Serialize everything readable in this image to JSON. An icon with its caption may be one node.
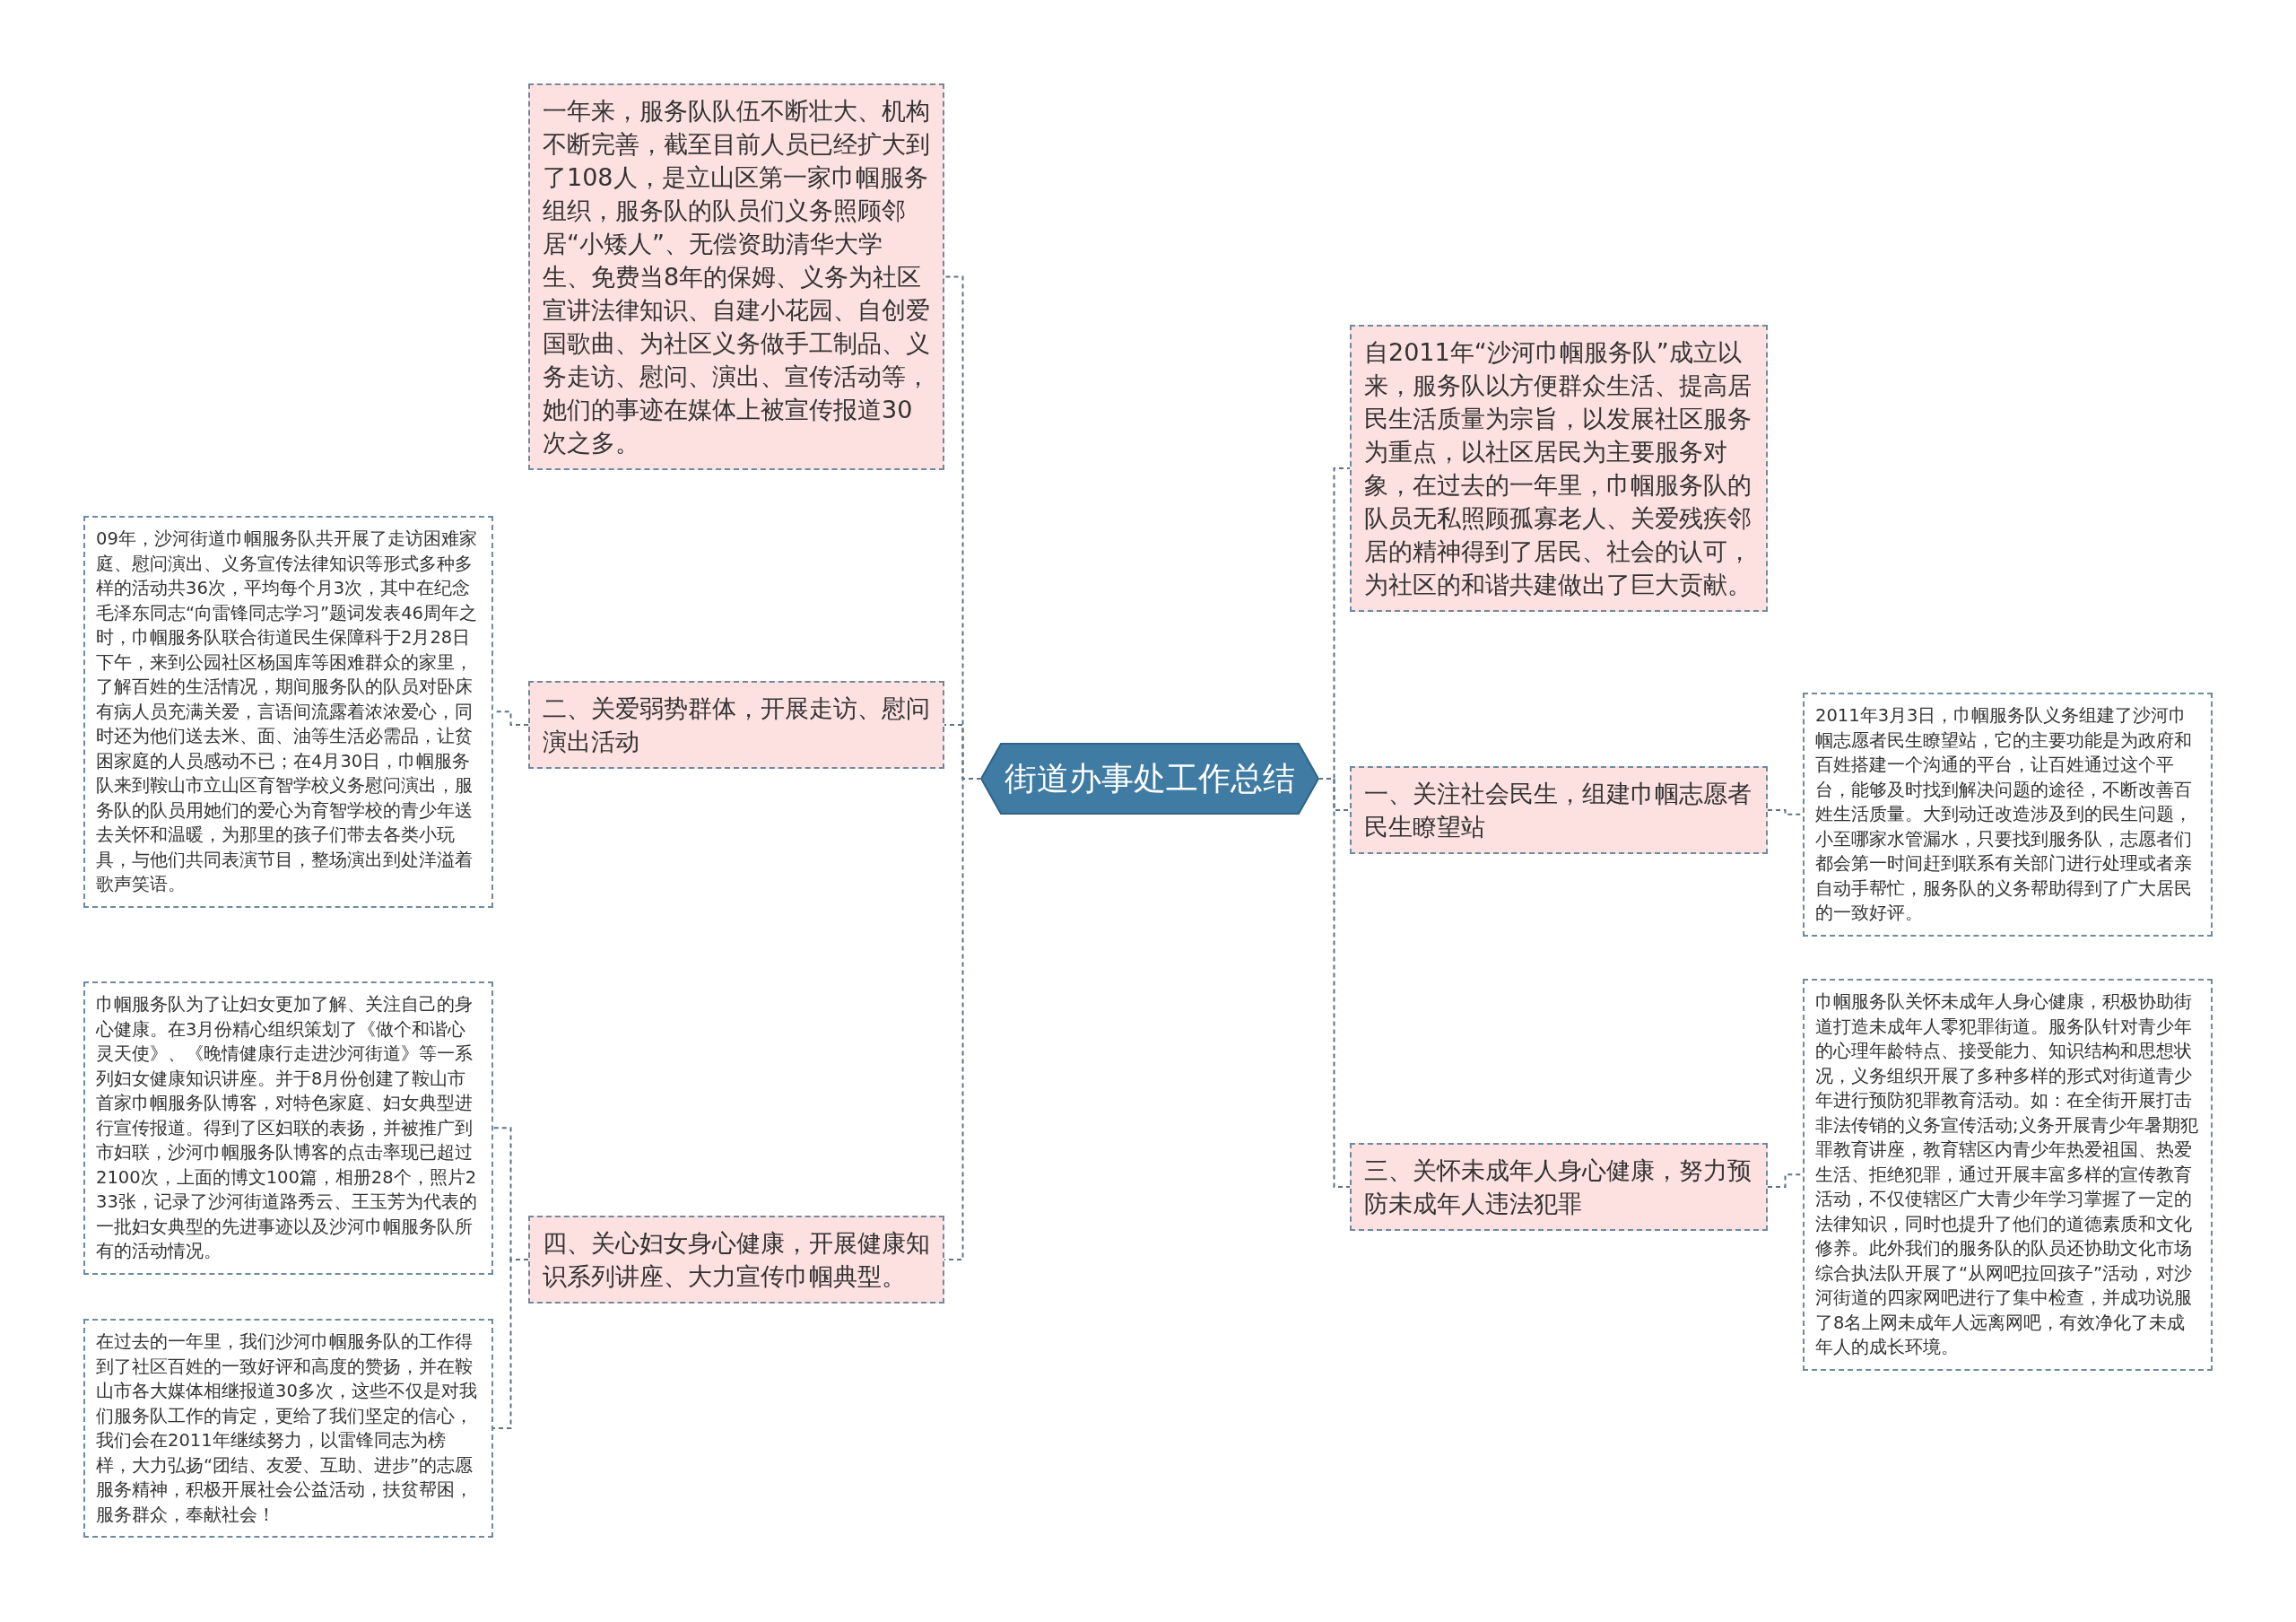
{
  "diagram": {
    "nodes": [
      {
        "text": [
          "街道办事处工作总结"
        ]
      },
      {
        "text": [
          "一年来，服务队队伍不断壮大、机构不断完善，截至目前人员已经扩大到了108人，是立山区第一家巾帼服务组织，服务队的队员们义务照顾邻居“小矮人”、无偿资助清华大学生、免费当8年的保姆、义务为社区宣讲法律知识、自建小花园、自创爱国歌曲、为社区义务做手工制品、义务走访、慰问、演出、宣传活动等，她们的事迹在媒体上被宣传报道30次之多。"
        ]
      },
      {
        "text": [
          "二、关爱弱势群体，开展走访、慰问演出活动"
        ]
      },
      {
        "text": [
          "09年，沙河街道巾帼服务队共开展了走访困难家庭、慰问演出、义务宣传法律知识等形式多种多样的活动共36次，平均每个月3次，其中在纪念毛泽东同志“向雷锋同志学习”题词发表46周年之时，巾帼服务队联合街道民生保障科于2月28日下午，来到公园社区杨国库等困难群众的家里，了解百姓的生活情况，期间服务队的队员对卧床有病人员充满关爱，言语间流露着浓浓爱心，同时还为他们送去米、面、油等生活必需品，让贫困家庭的人员感动不已；在4月30日，巾帼服务队来到鞍山市立山区育智学校义务慰问演出，服务队的队员用她们的爱心为育智学校的青少年送去关怀和温暖，为那里的孩子们带去各类小玩具，与他们共同表演节目，整场演出到处洋溢着歌声笑语。"
        ]
      },
      {
        "text": [
          "四、关心妇女身心健康，开展健康知识系列讲座、大力宣传巾帼典型。"
        ]
      },
      {
        "text": [
          "巾帼服务队为了让妇女更加了解、关注自己的身心健康。在3月份精心组织策划了《做个和谐心灵天使》、《晚情健康行走进沙河街道》等一系列妇女健康知识讲座。并于8月份创建了鞍山市首家巾帼服务队博客，对特色家庭、妇女典型进行宣传报道。得到了区妇联的表扬，并被推广到市妇联，沙河巾帼服务队博客的点击率现已超过2100次，上面的博文100篇，相册28个，照片233张，记录了沙河街道路秀云、王玉芳为代表的一批妇女典型的先进事迹以及沙河巾帼服务队所有的活动情况。"
        ]
      },
      {
        "text": [
          "在过去的一年里，我们沙河巾帼服务队的工作得到了社区百姓的一致好评和高度的赞扬，并在鞍山市各大媒体相继报道30多次，这些不仅是对我们服务队工作的肯定，更给了我们坚定的信心，我们会在2011年继续努力，以雷锋同志为榜样，大力弘扬“团结、友爱、互助、进步”的志愿服务精神，积极开展社会公益活动，扶贫帮困，服务群众，奉献社会！"
        ]
      },
      {
        "text": [
          "自2011年“沙河巾帼服务队”成立以来，服务队以方便群众生活、提高居民生活质量为宗旨，以发展社区服务为重点，以社区居民为主要服务对象，在过去的一年里，巾帼服务队的队员无私照顾孤寡老人、关爱残疾邻居的精神得到了居民、社会的认可，为社区的和谐共建做出了巨大贡献。"
        ]
      },
      {
        "text": [
          "一、关注社会民生，组建巾帼志愿者民生瞭望站"
        ]
      },
      {
        "text": [
          "2011年3月3日，巾帼服务队义务组建了沙河巾帼志愿者民生瞭望站，它的主要功能是为政府和百姓搭建一个沟通的平台，让百姓通过这个平台，能够及时找到解决问题的途径，不断改善百姓生活质量。大到动迁改造涉及到的民生问题，小至哪家水管漏水，只要找到服务队，志愿者们都会第一时间赶到联系有关部门进行处理或者亲自动手帮忙，服务队的义务帮助得到了广大居民的一致好评。"
        ]
      },
      {
        "text": [
          "三、关怀未成年人身心健康，努力预防未成年人违法犯罪"
        ]
      },
      {
        "text": [
          "巾帼服务队关怀未成年人身心健康，积极协助街道打造未成年人零犯罪街道。服务队针对青少年的心理年龄特点、接受能力、知识结构和思想状况，义务组织开展了多种多样的形式对街道青少年进行预防犯罪教育活动。如：在全街开展打击非法传销的义务宣传活动;义务开展青少年暑期犯罪教育讲座，教育辖区内青少年热爱祖国、热爱生活、拒绝犯罪，通过开展丰富多样的宣传教育活动，不仅使辖区广大青少年学习掌握了一定的法律知识，同时也提升了他们的道德素质和文化修养。此外我们的服务队的队员还协助文化市场综合执法队开展了“从网吧拉回孩子”活动，对沙河街道的四家网吧进行了集中检查，并成功说服了8名上网未成年人远离网吧，有效净化了未成年人的成长环境。"
        ]
      }
    ],
    "edges": [
      {
        "from": 0,
        "to": 1,
        "arrow": "none"
      },
      {
        "from": 0,
        "to": 2,
        "arrow": "none"
      },
      {
        "from": 0,
        "to": 4,
        "arrow": "none"
      },
      {
        "from": 2,
        "to": 3,
        "arrow": "none"
      },
      {
        "from": 4,
        "to": 5,
        "arrow": "none"
      },
      {
        "from": 4,
        "to": 6,
        "arrow": "none"
      },
      {
        "from": 0,
        "to": 7,
        "arrow": "none"
      },
      {
        "from": 0,
        "to": 8,
        "arrow": "none"
      },
      {
        "from": 0,
        "to": 10,
        "arrow": "none"
      },
      {
        "from": 8,
        "to": 9,
        "arrow": "none"
      },
      {
        "from": 10,
        "to": 11,
        "arrow": "none"
      }
    ]
  }
}
